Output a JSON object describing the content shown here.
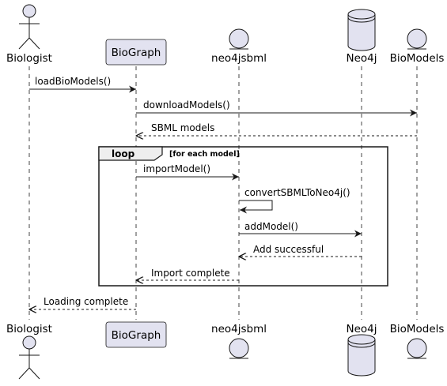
{
  "participants": {
    "biologist": {
      "label": "Biologist",
      "kind": "actor"
    },
    "biograph": {
      "label": "BioGraph",
      "kind": "participant"
    },
    "neo4jsbml": {
      "label": "neo4jsbml",
      "kind": "entity"
    },
    "neo4j": {
      "label": "Neo4j",
      "kind": "database"
    },
    "biomodels": {
      "label": "BioModels",
      "kind": "entity"
    }
  },
  "messages": {
    "load_biomodels": {
      "label": "loadBioModels()",
      "from": "Biologist",
      "to": "BioGraph",
      "style": "solid"
    },
    "download_models": {
      "label": "downloadModels()",
      "from": "BioGraph",
      "to": "BioModels",
      "style": "solid"
    },
    "sbml_models": {
      "label": "SBML models",
      "from": "BioModels",
      "to": "BioGraph",
      "style": "dashed"
    },
    "import_model": {
      "label": "importModel()",
      "from": "BioGraph",
      "to": "neo4jsbml",
      "style": "solid"
    },
    "convert_sbml": {
      "label": "convertSBMLToNeo4j()",
      "from": "neo4jsbml",
      "to": "neo4jsbml",
      "style": "solid"
    },
    "add_model": {
      "label": "addModel()",
      "from": "neo4jsbml",
      "to": "Neo4j",
      "style": "solid"
    },
    "add_successful": {
      "label": "Add successful",
      "from": "Neo4j",
      "to": "neo4jsbml",
      "style": "dashed"
    },
    "import_complete": {
      "label": "Import complete",
      "from": "neo4jsbml",
      "to": "BioGraph",
      "style": "dashed"
    },
    "loading_complete": {
      "label": "Loading complete",
      "from": "BioGraph",
      "to": "Biologist",
      "style": "dashed"
    }
  },
  "loop": {
    "keyword": "loop",
    "guard": "[for each model]"
  },
  "colors": {
    "participant_fill": "#e2e2f0",
    "participant_stroke": "#181818",
    "lifeline": "#181818",
    "arrow": "#181818",
    "background": "#ffffff"
  }
}
